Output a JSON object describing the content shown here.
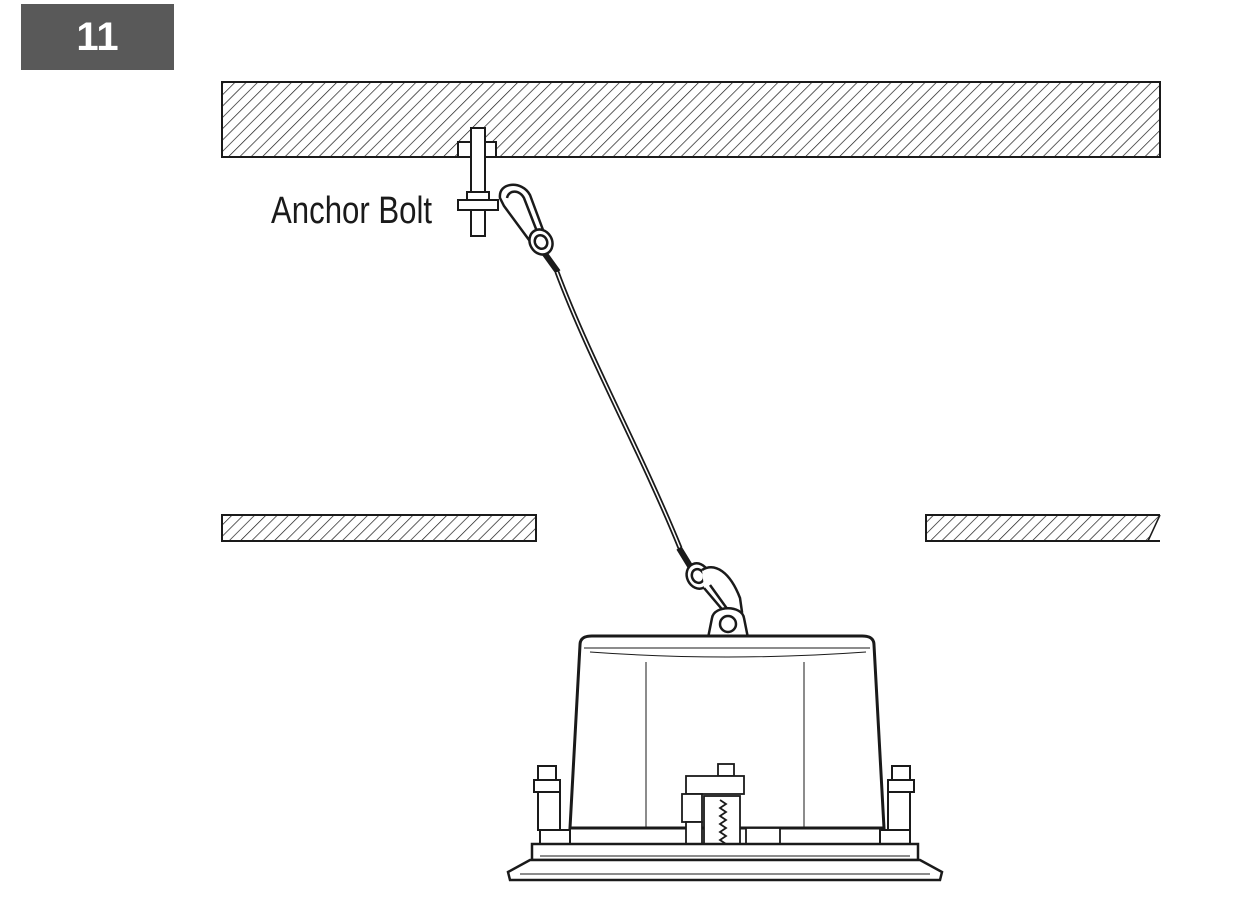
{
  "step": {
    "number": "11"
  },
  "labels": {
    "anchor_bolt": "Anchor Bolt"
  },
  "colors": {
    "badge_bg": "#595959",
    "badge_text": "#ffffff",
    "line": "#1a1a1a"
  },
  "diagram": {
    "components": [
      "ceiling-slab",
      "anchor-bolt",
      "safety-wire",
      "carabiner-clips",
      "suspended-ceiling-tiles",
      "ceiling-speaker"
    ]
  }
}
